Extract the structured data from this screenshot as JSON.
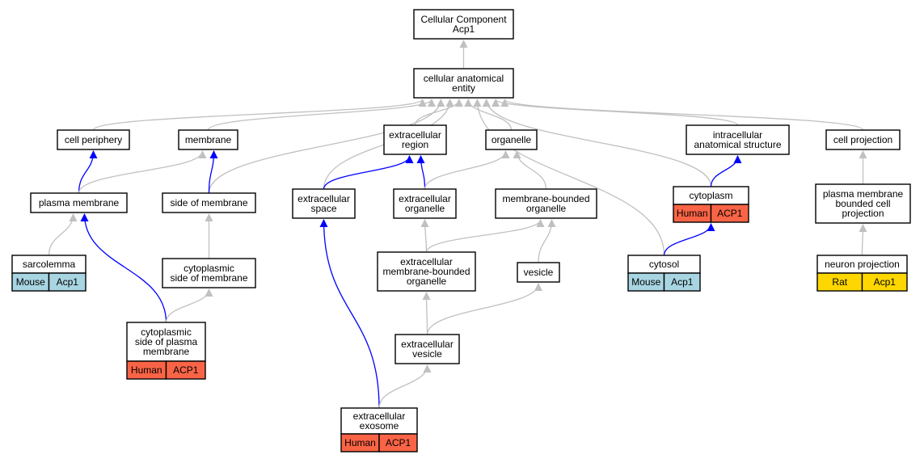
{
  "colors": {
    "gray_edge": "#c0c0c0",
    "blue_edge": "#0000ff",
    "human": "#fa6446",
    "mouse": "#a8d5e2",
    "rat": "#ffd700"
  },
  "nodes": [
    {
      "id": "root",
      "lines": [
        "Cellular Component",
        "Acp1"
      ]
    },
    {
      "id": "cae",
      "lines": [
        "cellular anatomical",
        "entity"
      ]
    },
    {
      "id": "cellperiph",
      "lines": [
        "cell periphery"
      ]
    },
    {
      "id": "membrane",
      "lines": [
        "membrane"
      ]
    },
    {
      "id": "extreg",
      "lines": [
        "extracellular",
        "region"
      ]
    },
    {
      "id": "organelle",
      "lines": [
        "organelle"
      ]
    },
    {
      "id": "intracell",
      "lines": [
        "intracellular",
        "anatomical structure"
      ]
    },
    {
      "id": "cellproj",
      "lines": [
        "cell projection"
      ]
    },
    {
      "id": "plasmamem",
      "lines": [
        "plasma membrane"
      ]
    },
    {
      "id": "sidemem",
      "lines": [
        "side of membrane"
      ]
    },
    {
      "id": "extspace",
      "lines": [
        "extracellular",
        "space"
      ]
    },
    {
      "id": "extorg",
      "lines": [
        "extracellular",
        "organelle"
      ]
    },
    {
      "id": "membound",
      "lines": [
        "membrane-bounded",
        "organelle"
      ]
    },
    {
      "id": "cytoplasm",
      "lines": [
        "cytoplasm"
      ],
      "species": [
        {
          "label": "Human",
          "kind": "human"
        },
        {
          "label": "ACP1",
          "kind": "human"
        }
      ]
    },
    {
      "id": "pmbcp",
      "lines": [
        "plasma membrane",
        "bounded cell",
        "projection"
      ]
    },
    {
      "id": "sarcolemma",
      "lines": [
        "sarcolemma"
      ],
      "species": [
        {
          "label": "Mouse",
          "kind": "mouse"
        },
        {
          "label": "Acp1",
          "kind": "mouse"
        }
      ]
    },
    {
      "id": "cytoside",
      "lines": [
        "cytoplasmic",
        "side of membrane"
      ]
    },
    {
      "id": "extmbo",
      "lines": [
        "extracellular",
        "membrane-bounded",
        "organelle"
      ]
    },
    {
      "id": "vesicle",
      "lines": [
        "vesicle"
      ]
    },
    {
      "id": "cytosol",
      "lines": [
        "cytosol"
      ],
      "species": [
        {
          "label": "Mouse",
          "kind": "mouse"
        },
        {
          "label": "Acp1",
          "kind": "mouse"
        }
      ]
    },
    {
      "id": "neuronproj",
      "lines": [
        "neuron projection"
      ],
      "species": [
        {
          "label": "Rat",
          "kind": "rat"
        },
        {
          "label": "Acp1",
          "kind": "rat"
        }
      ]
    },
    {
      "id": "cytosidepm",
      "lines": [
        "cytoplasmic",
        "side of plasma",
        "membrane"
      ],
      "species": [
        {
          "label": "Human",
          "kind": "human"
        },
        {
          "label": "ACP1",
          "kind": "human"
        }
      ]
    },
    {
      "id": "extves",
      "lines": [
        "extracellular",
        "vesicle"
      ]
    },
    {
      "id": "exosome",
      "lines": [
        "extracellular",
        "exosome"
      ],
      "species": [
        {
          "label": "Human",
          "kind": "human"
        },
        {
          "label": "ACP1",
          "kind": "human"
        }
      ]
    }
  ],
  "edges": [
    {
      "from": "cae",
      "to": "root",
      "kind": "gray"
    },
    {
      "from": "cellperiph",
      "to": "cae",
      "kind": "gray"
    },
    {
      "from": "membrane",
      "to": "cae",
      "kind": "gray"
    },
    {
      "from": "sidemem",
      "to": "cae",
      "kind": "gray"
    },
    {
      "from": "extspace",
      "to": "cae",
      "kind": "gray"
    },
    {
      "from": "extreg",
      "to": "cae",
      "kind": "gray"
    },
    {
      "from": "organelle",
      "to": "cae",
      "kind": "gray"
    },
    {
      "from": "cytosol",
      "to": "cae",
      "kind": "gray"
    },
    {
      "from": "intracell",
      "to": "cae",
      "kind": "gray"
    },
    {
      "from": "cytoplasm",
      "to": "cae",
      "kind": "gray"
    },
    {
      "from": "cellproj",
      "to": "cae",
      "kind": "gray"
    },
    {
      "from": "plasmamem",
      "to": "cellperiph",
      "kind": "blue"
    },
    {
      "from": "plasmamem",
      "to": "membrane",
      "kind": "gray"
    },
    {
      "from": "sidemem",
      "to": "membrane",
      "kind": "blue"
    },
    {
      "from": "extspace",
      "to": "extreg",
      "kind": "blue"
    },
    {
      "from": "extorg",
      "to": "extreg",
      "kind": "blue"
    },
    {
      "from": "extorg",
      "to": "organelle",
      "kind": "gray"
    },
    {
      "from": "membound",
      "to": "organelle",
      "kind": "gray"
    },
    {
      "from": "cytoplasm",
      "to": "intracell",
      "kind": "blue"
    },
    {
      "from": "pmbcp",
      "to": "cellproj",
      "kind": "gray"
    },
    {
      "from": "sarcolemma",
      "to": "plasmamem",
      "kind": "gray"
    },
    {
      "from": "cytosidepm",
      "to": "plasmamem",
      "kind": "blue"
    },
    {
      "from": "cytoside",
      "to": "sidemem",
      "kind": "gray"
    },
    {
      "from": "cytosidepm",
      "to": "cytoside",
      "kind": "gray"
    },
    {
      "from": "extmbo",
      "to": "extorg",
      "kind": "gray"
    },
    {
      "from": "extmbo",
      "to": "membound",
      "kind": "gray"
    },
    {
      "from": "vesicle",
      "to": "membound",
      "kind": "gray"
    },
    {
      "from": "cytosol",
      "to": "cytoplasm",
      "kind": "blue"
    },
    {
      "from": "neuronproj",
      "to": "pmbcp",
      "kind": "gray"
    },
    {
      "from": "extves",
      "to": "extmbo",
      "kind": "gray"
    },
    {
      "from": "extves",
      "to": "vesicle",
      "kind": "gray"
    },
    {
      "from": "exosome",
      "to": "extspace",
      "kind": "blue"
    },
    {
      "from": "exosome",
      "to": "extves",
      "kind": "gray"
    }
  ]
}
